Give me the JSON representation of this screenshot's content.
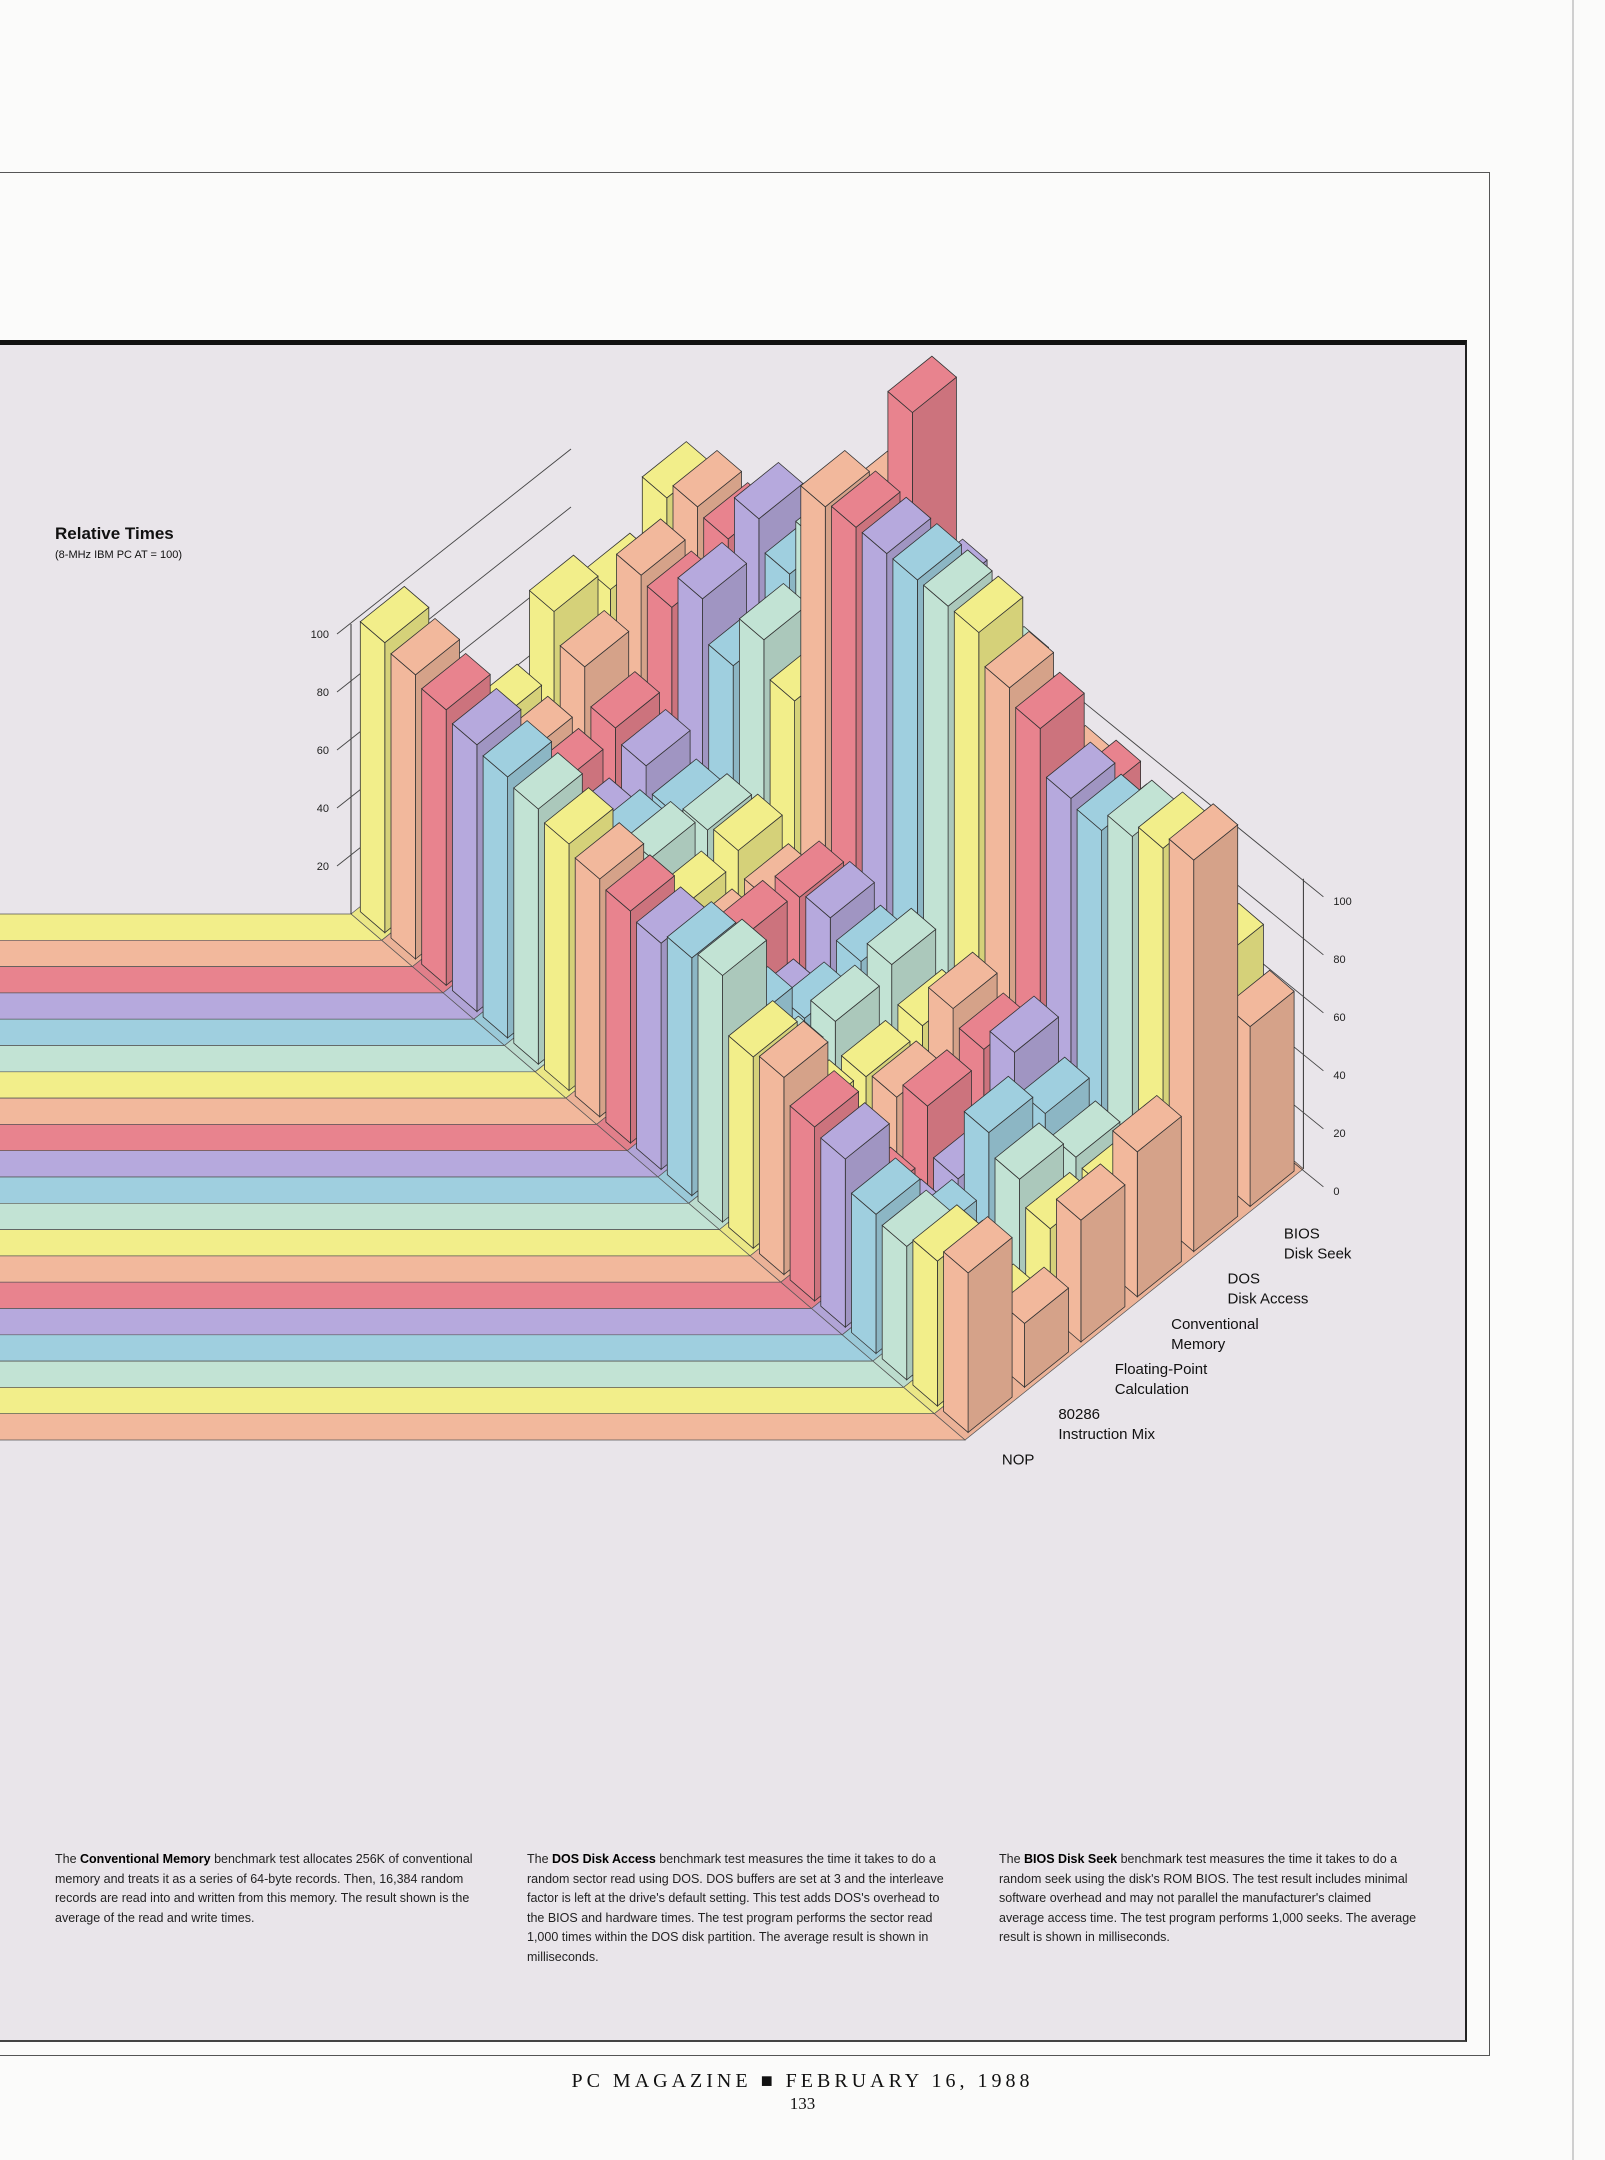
{
  "chart_data": {
    "type": "bar",
    "title": "Relative Times",
    "subtitle": "(8-MHz IBM PC AT = 100)",
    "y_ticks_left": [
      "100",
      "80",
      "60",
      "40",
      "20"
    ],
    "y_ticks_right": [
      "100",
      "80",
      "60",
      "40",
      "20",
      "0"
    ],
    "ylim": [
      0,
      100
    ],
    "categories": [
      "NOP",
      "80286 Instruction Mix",
      "Floating-Point Calculation",
      "Conventional Memory",
      "DOS Disk Access",
      "BIOS Disk Seek"
    ],
    "category_labels": [
      [
        "NOP"
      ],
      [
        "80286",
        "Instruction Mix"
      ],
      [
        "Floating-Point",
        "Calculation"
      ],
      [
        "Conventional",
        "Memory"
      ],
      [
        "DOS",
        "Disk Access"
      ],
      [
        "BIOS",
        "Disk Seek"
      ]
    ],
    "machines": 20,
    "bar_colors": [
      "#f2ee8a",
      "#f2b89c",
      "#e8838e",
      "#b6a9dd",
      "#9fcfdf",
      "#c2e3d4"
    ],
    "series": [
      {
        "values": [
          100,
          98,
          95,
          92,
          90,
          88,
          85,
          82,
          80,
          78,
          82,
          85,
          66,
          68,
          60,
          58,
          48,
          46,
          50,
          55
        ]
      },
      {
        "values": [
          34,
          40,
          45,
          42,
          38,
          36,
          33,
          20,
          30,
          42,
          44,
          36,
          30,
          22,
          18,
          16,
          25,
          20,
          14,
          22
        ]
      },
      {
        "values": [
          42,
          40,
          38,
          30,
          35,
          40,
          32,
          28,
          40,
          22,
          30,
          38,
          28,
          30,
          36,
          20,
          45,
          38,
          30,
          42
        ]
      },
      {
        "values": [
          64,
          54,
          42,
          38,
          30,
          34,
          36,
          28,
          38,
          40,
          34,
          42,
          30,
          45,
          40,
          48,
          36,
          30,
          28,
          50
        ]
      },
      {
        "values": [
          56,
          70,
          68,
          80,
          66,
          84,
          72,
          148,
          150,
          150,
          150,
          150,
          150,
          140,
          135,
          120,
          118,
          125,
          130,
          135
        ]
      },
      {
        "values": [
          72,
          78,
          76,
          92,
          82,
          102,
          88,
          136,
          174,
          120,
          114,
          108,
          100,
          92,
          96,
          90,
          84,
          86,
          76,
          62
        ]
      }
    ]
  },
  "descriptions": [
    {
      "lead": "The ",
      "bold": "Conventional Memory",
      "text": " benchmark test allocates 256K of conventional memory and treats it as a series of 64-byte records. Then, 16,384 random records are read into and written from this memory. The result shown is the average of the read and write times."
    },
    {
      "lead": "The ",
      "bold": "DOS Disk Access",
      "text": " benchmark test measures the time it takes to do a random sector read using DOS. DOS buffers are set at 3 and the interleave factor is left at the drive's default setting. This test adds DOS's overhead to the BIOS and hardware times. The test program performs the sector read 1,000 times within the DOS disk partition. The average result is shown in milliseconds."
    },
    {
      "lead": "The ",
      "bold": "BIOS Disk Seek",
      "text": " benchmark test measures the time it takes to do a random seek using the disk's ROM BIOS. The test result includes minimal software overhead and may not parallel the manufacturer's claimed average access time. The test program performs 1,000 seeks. The average result is shown in milliseconds."
    }
  ],
  "footer": {
    "magazine": "PC MAGAZINE ■ FEBRUARY 16, 1988",
    "page": "133"
  }
}
